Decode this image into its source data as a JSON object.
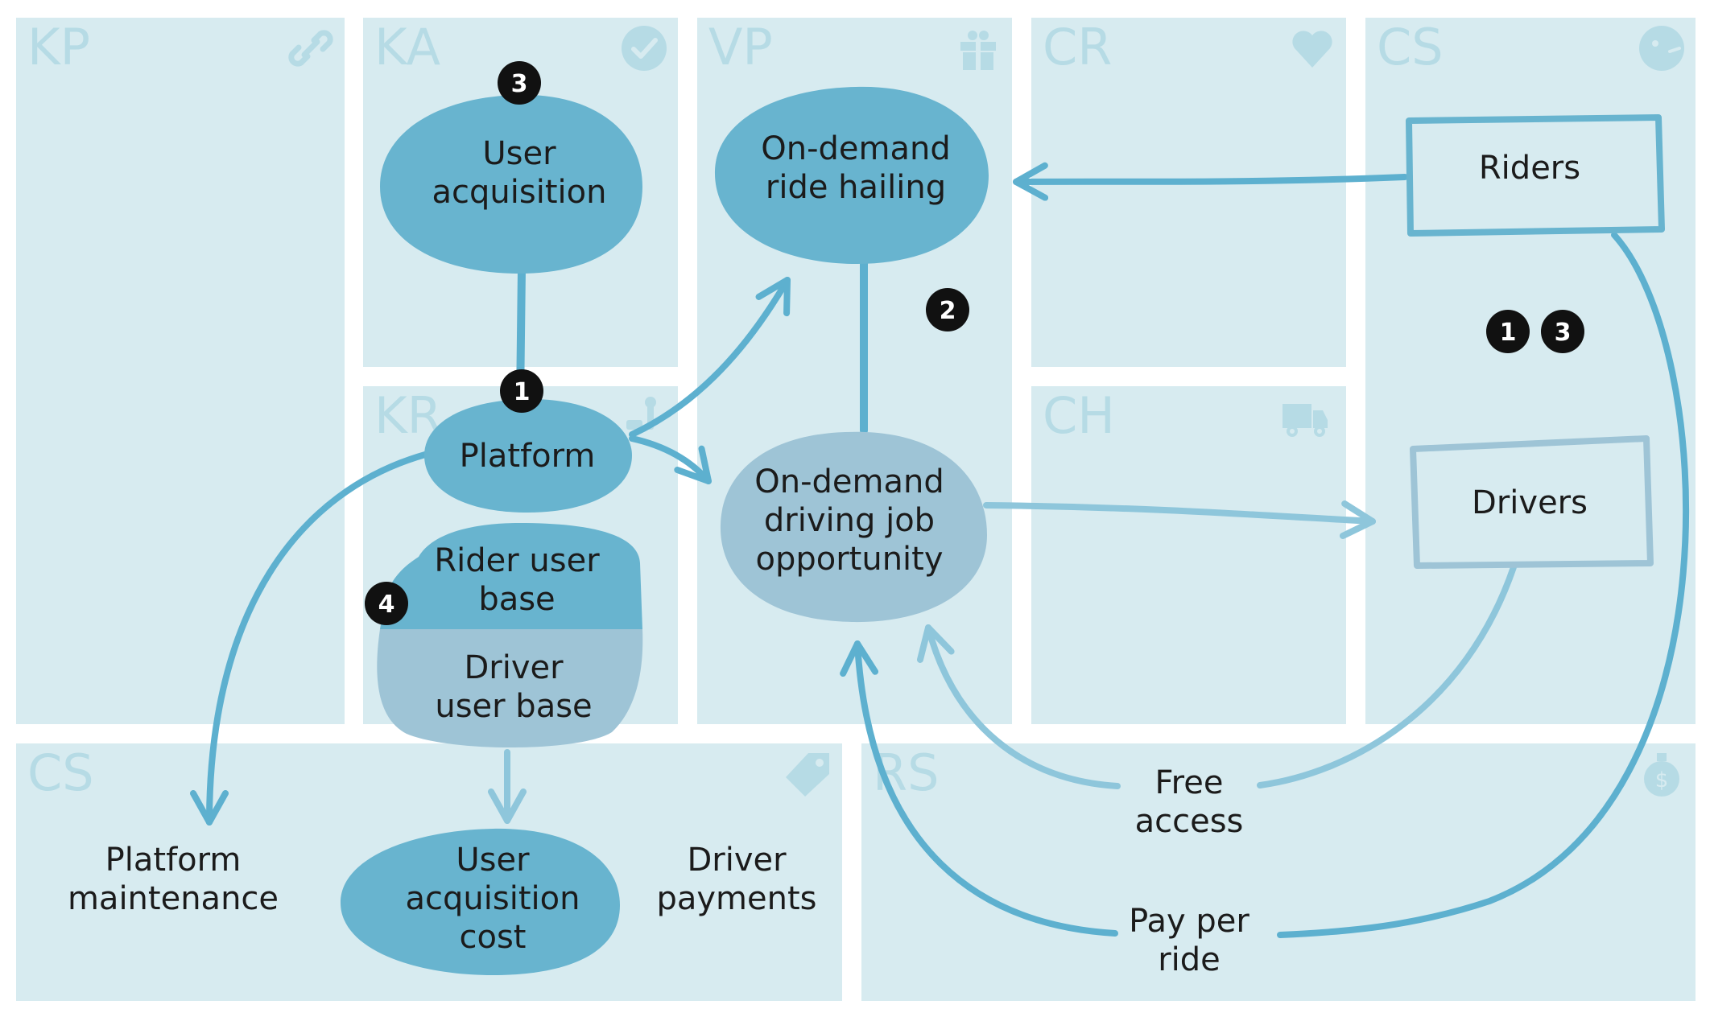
{
  "panels": {
    "kp": "KP",
    "ka": "KA",
    "kr": "KR",
    "vp": "VP",
    "cr": "CR",
    "ch": "CH",
    "cs_top": "CS",
    "cs_bottom": "CS",
    "rs": "RS"
  },
  "icons": {
    "kp": "link-icon",
    "ka": "checkmark-icon",
    "kr": "tools-icon",
    "vp": "gift-icon",
    "cr": "heart-icon",
    "ch": "truck-icon",
    "cs_top": "face-icon",
    "cs_bottom": "tag-icon",
    "rs": "money-bag-icon"
  },
  "nodes": {
    "user_acquisition": [
      "User",
      "acquisition"
    ],
    "ride_hailing": [
      "On-demand",
      "ride hailing"
    ],
    "riders": [
      "Riders"
    ],
    "platform": [
      "Platform"
    ],
    "driving_job": [
      "On-demand",
      "driving job",
      "opportunity"
    ],
    "drivers": [
      "Drivers"
    ],
    "rider_user_base": [
      "Rider user",
      "base"
    ],
    "driver_user_base": [
      "Driver",
      "user base"
    ],
    "platform_maintenance": [
      "Platform",
      "maintenance"
    ],
    "user_acquisition_cost": [
      "User",
      "acquisition",
      "cost"
    ],
    "driver_payments": [
      "Driver",
      "payments"
    ],
    "free_access": [
      "Free",
      "access"
    ],
    "pay_per_ride": [
      "Pay per",
      "ride"
    ]
  },
  "markers": {
    "ka_marker": "3",
    "platform_marker": "1",
    "vp_marker": "2",
    "cs_marker_a": "1",
    "cs_marker_b": "3",
    "userbase_marker": "4"
  },
  "colors": {
    "panel_bg": "#d7ebf0",
    "panel_label": "#b6dbe5",
    "blob_dark": "#68b4cf",
    "blob_light": "#9ec4d6",
    "arrow": "#5db0cf",
    "arrow_light": "#8ec6db",
    "marker": "#111111"
  }
}
